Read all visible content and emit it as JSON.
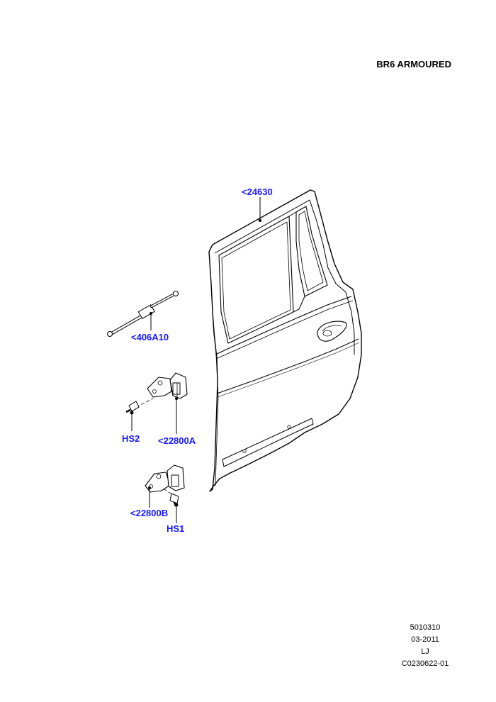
{
  "title": "BR6 ARMOURED",
  "callouts": {
    "door": "<24630",
    "check_strap": "<406A10",
    "screw_hs2": "HS2",
    "upper_hinge": "<22800A",
    "lower_hinge": "<22800B",
    "screw_hs1": "HS1"
  },
  "footer": {
    "code": "5010310",
    "date": "03-2011",
    "initials": "LJ",
    "illustration_id": "C0230622-01"
  },
  "colors": {
    "callout": "#1a1aff",
    "linework": "#000000"
  }
}
